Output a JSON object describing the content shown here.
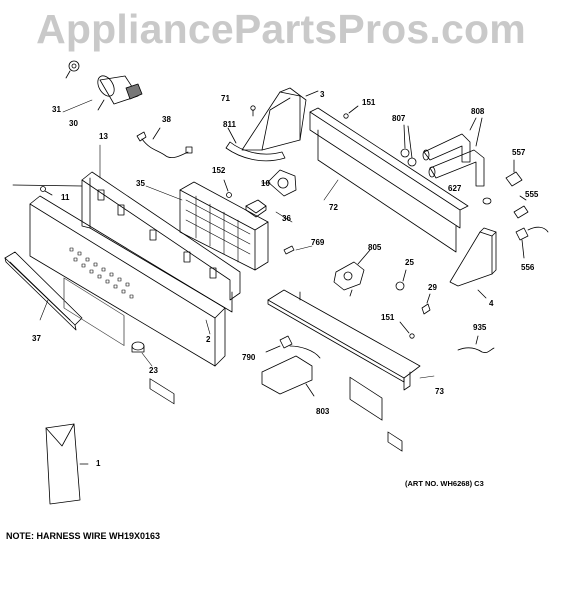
{
  "watermark": "AppliancePartsPros.com",
  "note": "NOTE: HARNESS WIRE WH19X0163",
  "art_no": "(ART NO. WH6268) C3",
  "callouts": [
    "1",
    "2",
    "3",
    "4",
    "10",
    "11",
    "13",
    "23",
    "25",
    "29",
    "30",
    "31",
    "35",
    "36",
    "37",
    "38",
    "71",
    "72",
    "73",
    "151",
    "151",
    "152",
    "555",
    "556",
    "557",
    "627",
    "769",
    "790",
    "803",
    "805",
    "807",
    "808",
    "811",
    "935"
  ]
}
